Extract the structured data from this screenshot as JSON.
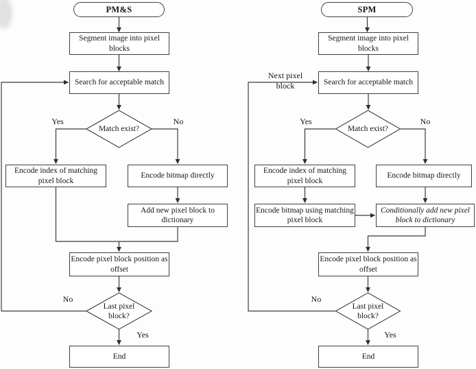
{
  "figure": {
    "background": "#fdfdfd",
    "line_color": "#3a3a3a",
    "text_color": "#141414"
  },
  "pms": {
    "title": "PM&S",
    "nodes": {
      "segment": "Segment image into pixel\nblocks",
      "search": "Search for acceptable match",
      "match_exist": "Match exist?",
      "encode_index": "Encode index of matching\npixel block",
      "encode_bitmap": "Encode bitmap directly",
      "add_new": "Add new pixel block to\ndictionary",
      "encode_position": "Encode pixel block position as\noffset",
      "last_block": "Last pixel\nblock?",
      "end": "End"
    },
    "labels": {
      "match_yes": "Yes",
      "match_no": "No",
      "last_no": "No",
      "last_yes": "Yes"
    }
  },
  "spm": {
    "title": "SPM",
    "nodes": {
      "segment": "Segment image into pixel\nblocks",
      "search": "Search for acceptable match",
      "match_exist": "Match exist?",
      "encode_index": "Encode index of matching\npixel block",
      "encode_bitmap": "Encode bitmap directly",
      "encode_bitmap_matching": "Encode bitmap using matching\npixel block",
      "conditional_add": "Conditionally add new pixel\nblock to dictionary",
      "encode_position": "Encode pixel block position as\noffset",
      "last_block": "Last pixel\nblock?",
      "end": "End"
    },
    "labels": {
      "next_block": "Next pixel block",
      "match_yes": "Yes",
      "match_no": "No",
      "last_no": "No",
      "last_yes": "Yes"
    }
  }
}
